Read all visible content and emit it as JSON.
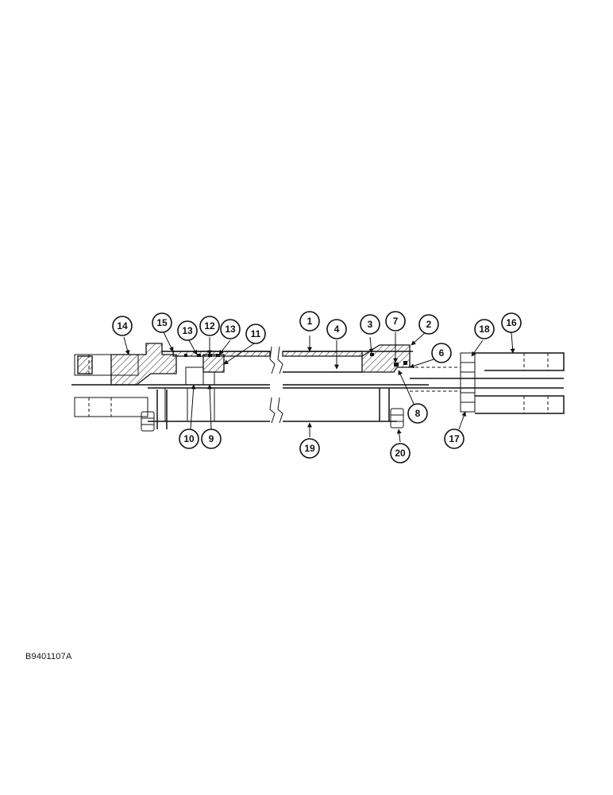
{
  "figure": {
    "reference_code": "B9401107A",
    "callouts": [
      {
        "id": "c1",
        "label": "1"
      },
      {
        "id": "c2",
        "label": "2"
      },
      {
        "id": "c3",
        "label": "3"
      },
      {
        "id": "c4",
        "label": "4"
      },
      {
        "id": "c6",
        "label": "6"
      },
      {
        "id": "c7",
        "label": "7"
      },
      {
        "id": "c8",
        "label": "8"
      },
      {
        "id": "c9",
        "label": "9"
      },
      {
        "id": "c10",
        "label": "10"
      },
      {
        "id": "c11",
        "label": "11"
      },
      {
        "id": "c12",
        "label": "12"
      },
      {
        "id": "c13a",
        "label": "13"
      },
      {
        "id": "c13b",
        "label": "13"
      },
      {
        "id": "c14",
        "label": "14"
      },
      {
        "id": "c15",
        "label": "15"
      },
      {
        "id": "c16",
        "label": "16"
      },
      {
        "id": "c17",
        "label": "17"
      },
      {
        "id": "c18",
        "label": "18"
      },
      {
        "id": "c19",
        "label": "19"
      },
      {
        "id": "c20",
        "label": "20"
      }
    ]
  }
}
